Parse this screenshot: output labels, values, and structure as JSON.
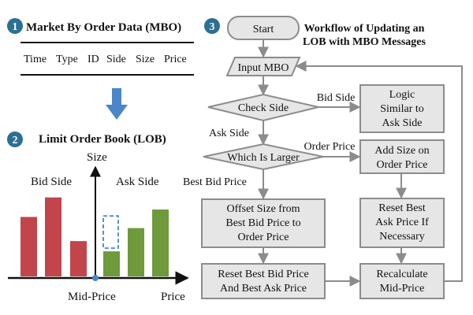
{
  "colors": {
    "badge": "#2b6f94",
    "bid_bar": "#c2454c",
    "ask_bar": "#6f9a3c",
    "box_fill": "#e6e6e6",
    "box_stroke": "#8c8c8c",
    "arrow_blue": "#4a86c8",
    "dashed": "#5a8fc7",
    "axis": "#111111",
    "mid_dot": "#4a86c8"
  },
  "panel1": {
    "badge": "1",
    "title": "Market By Order Data (MBO)",
    "columns": [
      "Time",
      "Type",
      "ID",
      "Side",
      "Size",
      "Price"
    ],
    "icon": "down-arrow-icon"
  },
  "panel2": {
    "badge": "2",
    "title": "Limit Order Book (LOB)",
    "size_label": "Size",
    "bid_side_label": "Bid Side",
    "ask_side_label": "Ask Side",
    "best_bid_label": "Best Bid Price",
    "mid_price_label": "Mid-Price",
    "price_label": "Price",
    "bid_bars": [
      0.64,
      0.85,
      0.38
    ],
    "ask_bars": [
      0.27,
      0.52,
      0.72
    ],
    "pending_order": 0.38
  },
  "panel3": {
    "badge": "3",
    "title_line1": "Workflow of Updating an",
    "title_line2": "LOB with MBO Messages",
    "start": "Start",
    "input": "Input MBO",
    "check_side": "Check Side",
    "bid_side_edge": "Bid Side",
    "logic": [
      "Logic",
      "Similar to",
      "Ask Side"
    ],
    "ask_side_edge": "Ask Side",
    "which_larger": "Which Is Larger",
    "order_price_edge": "Order Price",
    "add_size": [
      "Add Size on",
      "Order Price"
    ],
    "offset": [
      "Offset Size from",
      "Best Bid Price to",
      "Order Price"
    ],
    "reset_ask": [
      "Reset Best",
      "Ask Price If",
      "Necessary"
    ],
    "reset_both": [
      "Reset Best Bid Price",
      "And Best Ask Price"
    ],
    "recalc": [
      "Recalculate",
      "Mid-Price"
    ]
  }
}
